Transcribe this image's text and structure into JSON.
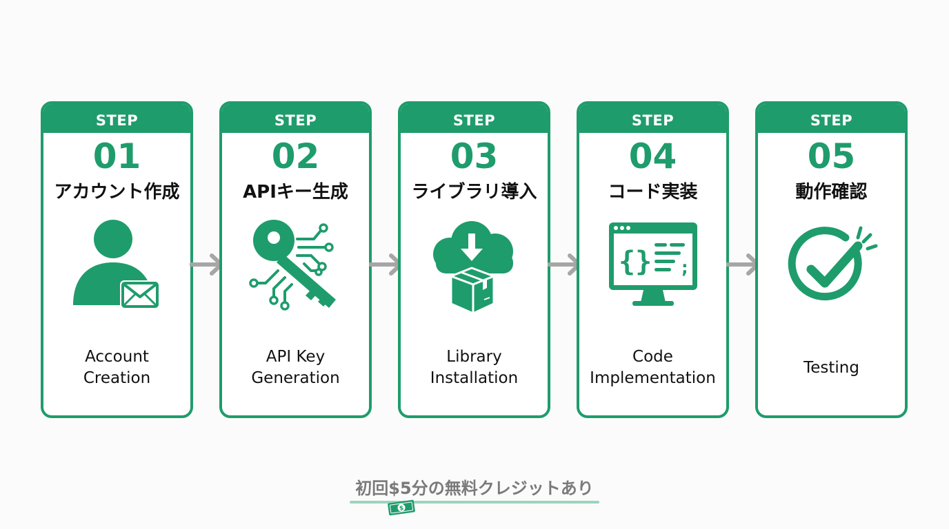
{
  "colors": {
    "accent": "#1f9c6c",
    "arrow": "#a6a6a6",
    "text": "#111111",
    "footer_text": "#7a7a7a",
    "footer_underline": "#9ad6bd",
    "background": "#fbfbfb"
  },
  "steps": [
    {
      "header": "STEP",
      "number": "01",
      "title": "アカウント作成",
      "icon": "user-mail-icon",
      "desc_line1": "Account",
      "desc_line2": "Creation"
    },
    {
      "header": "STEP",
      "number": "02",
      "title": "APIキー生成",
      "icon": "key-circuit-icon",
      "desc_line1": "API Key",
      "desc_line2": "Generation"
    },
    {
      "header": "STEP",
      "number": "03",
      "title": "ライブラリ導入",
      "icon": "cloud-download-box-icon",
      "desc_line1": "Library",
      "desc_line2": "Installation"
    },
    {
      "header": "STEP",
      "number": "04",
      "title": "コード実装",
      "icon": "code-monitor-icon",
      "desc_line1": "Code",
      "desc_line2": "Implementation"
    },
    {
      "header": "STEP",
      "number": "05",
      "title": "動作確認",
      "icon": "check-circle-icon",
      "desc_line1": "Testing",
      "desc_line2": ""
    }
  ],
  "footer": {
    "text": "初回$5分の無料クレジットあり",
    "icon": "money-bill-icon",
    "icon_symbol": "$"
  }
}
